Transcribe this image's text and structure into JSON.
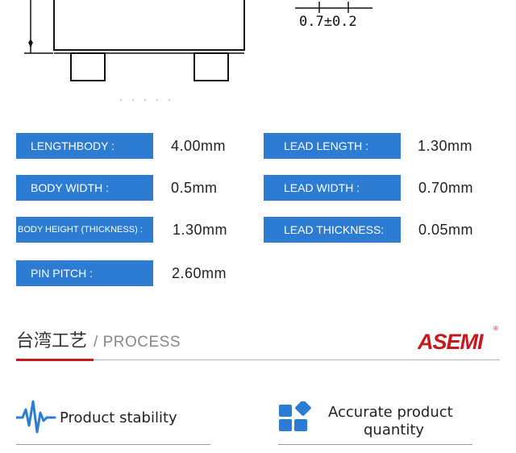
{
  "drawing": {
    "dimension_label": "0.7±0.2"
  },
  "specs": [
    {
      "label": "LENGTHBODY :",
      "value": "4.00mm"
    },
    {
      "label": "LEAD LENGTH :",
      "value": "1.30mm"
    },
    {
      "label": "BODY WIDTH :",
      "value": "0.5mm"
    },
    {
      "label": "LEAD WIDTH :",
      "value": "0.70mm"
    },
    {
      "label": "BODY HEIGHT (THICKNESS) :",
      "value": "1.30mm"
    },
    {
      "label": "LEAD THICKNESS:",
      "value": "0.05mm"
    },
    {
      "label": "PIN PITCH :",
      "value": "2.60mm"
    }
  ],
  "section": {
    "title_cn": "台湾工艺",
    "title_en": "/ PROCESS",
    "logo_text": "ASEMI",
    "logo_mark": "®"
  },
  "features": [
    {
      "label": "Product stability",
      "icon": "pulse-icon"
    },
    {
      "label_line1": "Accurate product",
      "label_line2": "quantity",
      "icon": "blocks-icon"
    }
  ],
  "colors": {
    "label_bg": "#2c7cd3",
    "accent_red": "#c8171e",
    "icon_blue": "#2c7cd3"
  }
}
